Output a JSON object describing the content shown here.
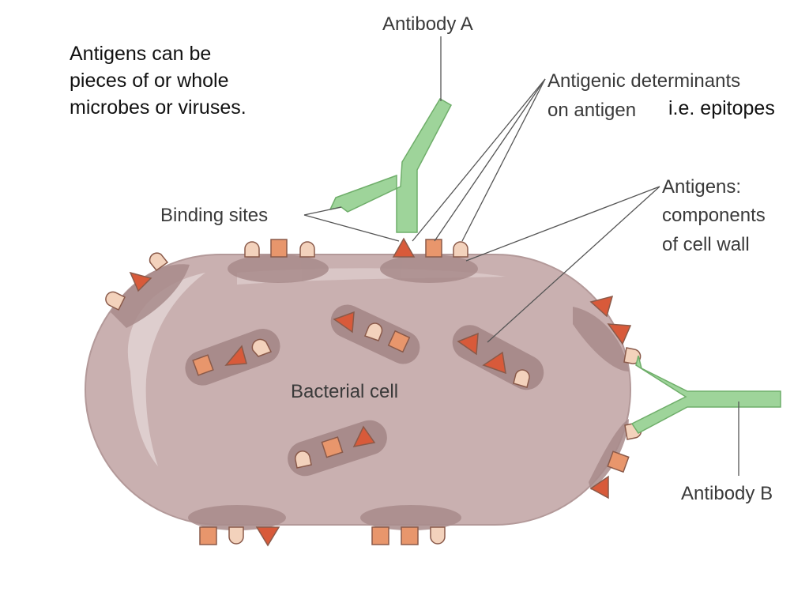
{
  "intro_note": {
    "line1": "Antigens can be",
    "line2": "pieces of or whole",
    "line3": "microbes or viruses."
  },
  "labels": {
    "antibody_a": "Antibody A",
    "antibody_b": "Antibody B",
    "determinants_line1": "Antigenic determinants",
    "determinants_line2": "on antigen",
    "epitopes": "i.e. epitopes",
    "binding_sites": "Binding sites",
    "antigens_line1": "Antigens:",
    "antigens_line2": "components",
    "antigens_line3": "of cell wall",
    "bacterial_cell": "Bacterial cell"
  },
  "colors": {
    "cell_fill": "#c9b0b0",
    "cell_patch": "#a88b8b",
    "cell_highlight": "#e4d6d6",
    "antibody_fill": "#9ed49a",
    "antibody_stroke": "#6fae6a",
    "triangle": "#d85a3a",
    "square": "#e8966c",
    "round": "#f3d2bc",
    "epitope_stroke": "#8a5a4a"
  }
}
